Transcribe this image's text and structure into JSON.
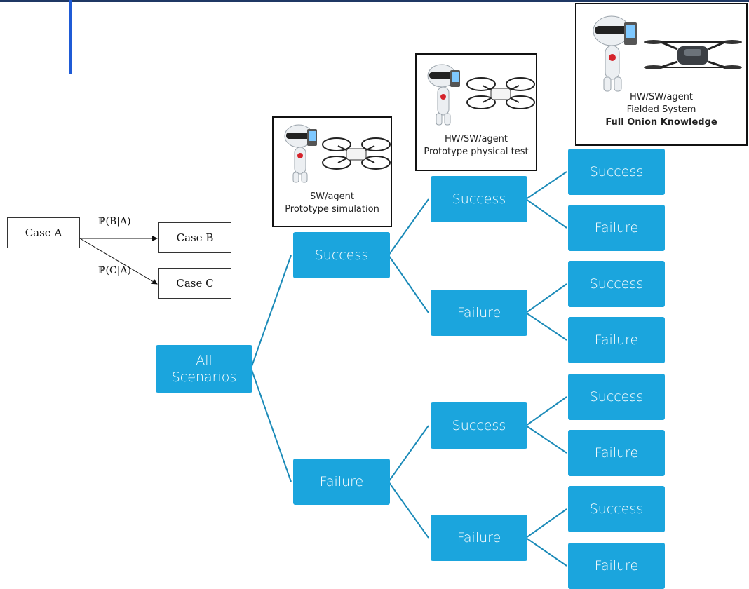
{
  "panels": {
    "sim": {
      "line1": "SW/agent",
      "line2": "Prototype simulation"
    },
    "physical": {
      "line1": "HW/SW/agent",
      "line2": "Prototype physical test"
    },
    "fielded": {
      "line1": "HW/SW/agent",
      "line2": "Fielded System",
      "line3": "Full Onion Knowledge"
    }
  },
  "flow": {
    "case_a": "Case A",
    "case_b": "Case B",
    "case_c": "Case C",
    "p_b_given_a": "ℙ(B|A)",
    "p_c_given_a": "ℙ(C|A)"
  },
  "tree": {
    "root": "All\nScenarios",
    "level1": [
      "Success",
      "Failure"
    ],
    "level2": [
      "Success",
      "Failure",
      "Success",
      "Failure"
    ],
    "level3": [
      "Success",
      "Failure",
      "Success",
      "Failure",
      "Success",
      "Failure",
      "Success",
      "Failure"
    ]
  },
  "colors": {
    "node": "#1ba5dd",
    "connector": "#1a8ab8",
    "accent": "#1f5bd6",
    "topbar": "#1f3864"
  }
}
